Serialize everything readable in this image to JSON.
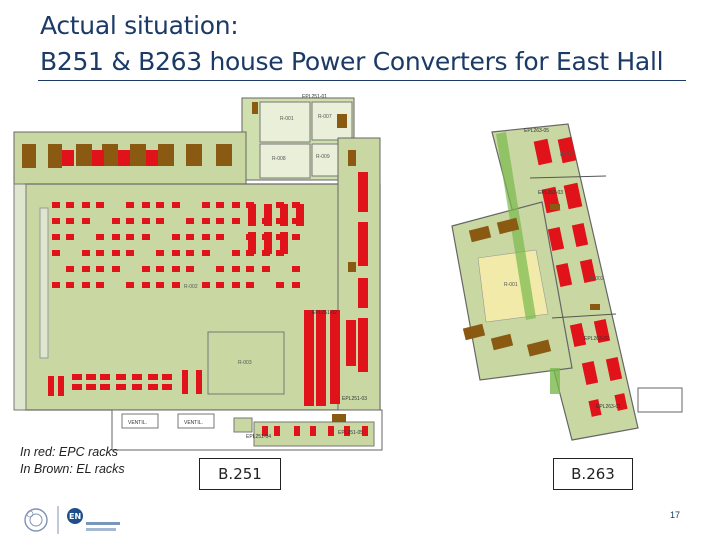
{
  "title": {
    "line1": "Actual situation:",
    "line2": "B251 & B263 house Power Converters for East Hall"
  },
  "plan_left": {
    "tags": [
      "EPL251-01",
      "EPL251-02",
      "EPL251-03",
      "EPL251-04",
      "EPL251-05"
    ],
    "rooms": [
      "R-001",
      "R-007",
      "R-008",
      "R-009",
      "R-002",
      "R-003"
    ],
    "vents": [
      "VENTIL.",
      "VENTIL."
    ]
  },
  "plan_right": {
    "tags": [
      "EPL263-05",
      "EPL263-03",
      "EPL263-02",
      "EPL263-01"
    ],
    "rooms": [
      "R-001",
      "R-002",
      "R-003"
    ]
  },
  "legend": {
    "line1": "In red: EPC racks",
    "line2": "In Brown: EL racks"
  },
  "labels": {
    "b251": "B.251",
    "b263": "B.263"
  },
  "logos": {
    "left": "CERN",
    "right": "EN"
  },
  "page_number": "17",
  "colors": {
    "title": "#1b3a66",
    "floor": "#c9d8a2",
    "epc_rack": "#e0131a",
    "el_rack": "#8a5a12",
    "wall": "#6b6b6b"
  }
}
